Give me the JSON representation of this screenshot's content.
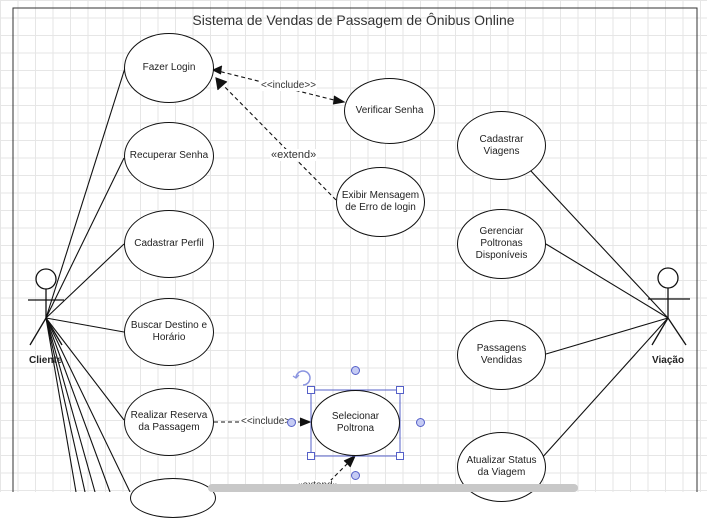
{
  "title": "Sistema de Vendas de Passagem de Ônibus Online",
  "actors": {
    "left": "Cliente",
    "right": "Viação"
  },
  "use_cases": {
    "fazer_login": "Fazer Login",
    "verificar_senha": "Verificar Senha",
    "recuperar_senha": "Recuperar Senha",
    "exibir_erro": "Exibir Mensagem de Erro de login",
    "cadastrar_perfil": "Cadastrar Perfil",
    "buscar_destino": "Buscar Destino e Horário",
    "realizar_reserva": "Realizar Reserva da Passagem",
    "selecionar_poltrona": "Selecionar Poltrona",
    "cadastrar_viagens": "Cadastrar Viagens",
    "gerenciar_poltronas": "Gerenciar Poltronas Disponíveis",
    "passagens_vendidas": "Passagens Vendidas",
    "atualizar_status": "Atualizar Status da Viagem"
  },
  "relations": {
    "include_login": "<<include>>",
    "extend_login": "«extend»",
    "include_reserva": "<<include>>",
    "extend_poltrona": "«extend»"
  },
  "colors": {
    "selection": "#5560c8",
    "grid": "#e6e6e6",
    "line": "#111111"
  }
}
